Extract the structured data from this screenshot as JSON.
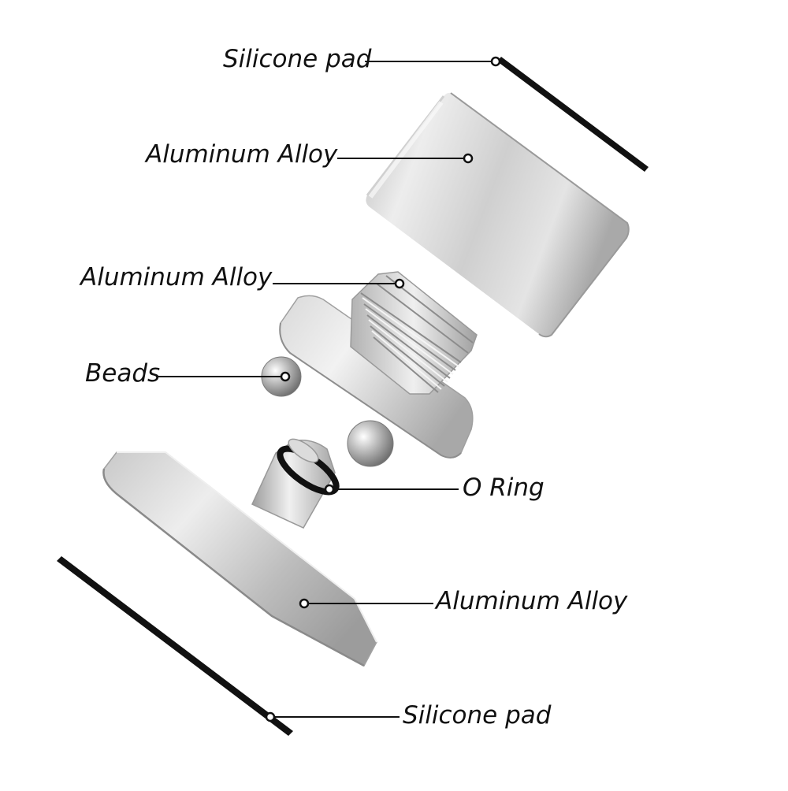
{
  "labels": {
    "silicone_pad_top": "Silicone pad",
    "aluminum_alloy_cap": "Aluminum Alloy",
    "aluminum_alloy_thread": "Aluminum Alloy",
    "beads": "Beads",
    "o_ring": "O Ring",
    "aluminum_alloy_base": "Aluminum Alloy",
    "silicone_pad_bottom": "Silicone pad"
  },
  "colors": {
    "metal_light": "#eeeeee",
    "metal_mid": "#c8c8c8",
    "metal_dark": "#9a9a9a",
    "rubber": "#111111",
    "leader_line": "#111111"
  }
}
